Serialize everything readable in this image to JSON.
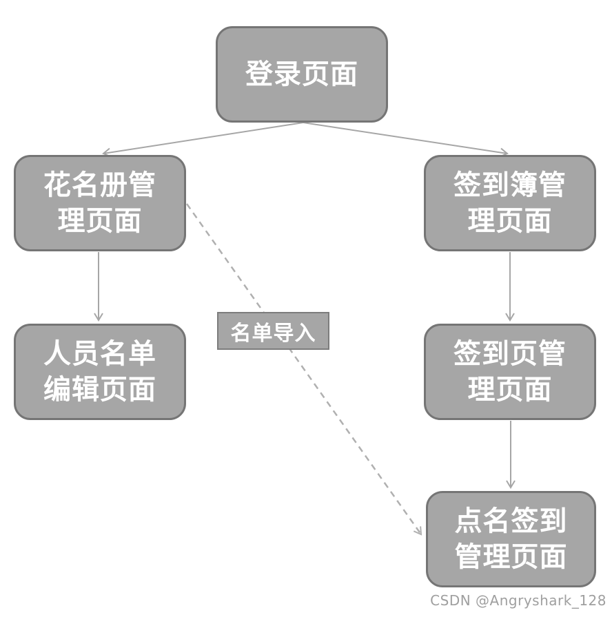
{
  "diagram": {
    "nodes": [
      {
        "id": "login",
        "label": "登录页面"
      },
      {
        "id": "roster",
        "label": "花名册管\n理页面"
      },
      {
        "id": "signbook",
        "label": "签到簿管\n理页面"
      },
      {
        "id": "editor",
        "label": "人员名单\n编辑页面"
      },
      {
        "id": "signpage",
        "label": "签到页管\n理页面"
      },
      {
        "id": "rollcall",
        "label": "点名签到\n管理页面"
      }
    ],
    "edges": [
      {
        "from": "login",
        "to": "roster",
        "style": "solid"
      },
      {
        "from": "login",
        "to": "signbook",
        "style": "solid"
      },
      {
        "from": "roster",
        "to": "editor",
        "style": "solid"
      },
      {
        "from": "signbook",
        "to": "signpage",
        "style": "solid"
      },
      {
        "from": "signpage",
        "to": "rollcall",
        "style": "solid"
      },
      {
        "from": "roster",
        "to": "rollcall",
        "style": "dashed",
        "label": "名单导入"
      }
    ],
    "edge_label": "名单导入"
  },
  "watermark": "CSDN @Angryshark_128",
  "colors": {
    "background": "#ffffff",
    "node_fill": "#a6a6a6",
    "node_border": "#757575",
    "node_text": "#ffffff",
    "connector": "#a6a6a6",
    "dashed_connector": "#b0b0b0",
    "watermark": "#9f9f9f"
  }
}
